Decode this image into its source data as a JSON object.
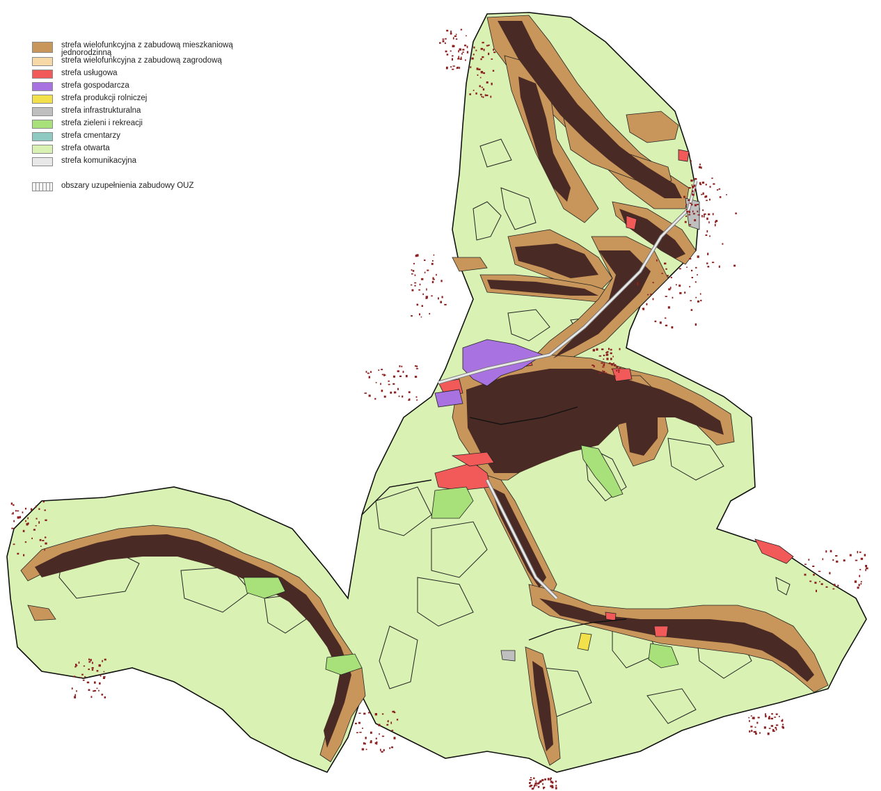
{
  "legend": {
    "items": [
      {
        "label": "strefa wielofunkcyjna z zabudową mieszkaniową jednorodzinną",
        "color": "#c8965a"
      },
      {
        "label": "strefa wielofunkcyjna z zabudową zagrodową",
        "color": "#f7d9a8"
      },
      {
        "label": "strefa usługowa",
        "color": "#f25a5a"
      },
      {
        "label": "strefa gospodarcza",
        "color": "#a873e0"
      },
      {
        "label": "strefa produkcji rolniczej",
        "color": "#f2e14a"
      },
      {
        "label": "strefa infrastrukturalna",
        "color": "#bfbfbf"
      },
      {
        "label": "strefa zieleni i rekreacji",
        "color": "#a8e07a"
      },
      {
        "label": "strefa cmentarzy",
        "color": "#8ec9c2"
      },
      {
        "label": "strefa otwarta",
        "color": "#d9f2b3"
      },
      {
        "label": "strefa komunikacyjna",
        "color": "#e8e8e8"
      }
    ],
    "overlay": {
      "label": "obszary uzupełnienia zabudowy OUZ",
      "pattern": "vertical-hatch"
    }
  },
  "map": {
    "colors": {
      "open": "#d9f2b3",
      "residential": "#c8965a",
      "buildings": "#4a2a24",
      "service": "#f25a5a",
      "economic": "#a873e0",
      "green": "#a8e07a",
      "production": "#f2e14a",
      "infrastructure": "#bfbfbf",
      "transport": "#e8e8e8",
      "boundary": "#111111",
      "scatter": "#8b2020"
    }
  }
}
